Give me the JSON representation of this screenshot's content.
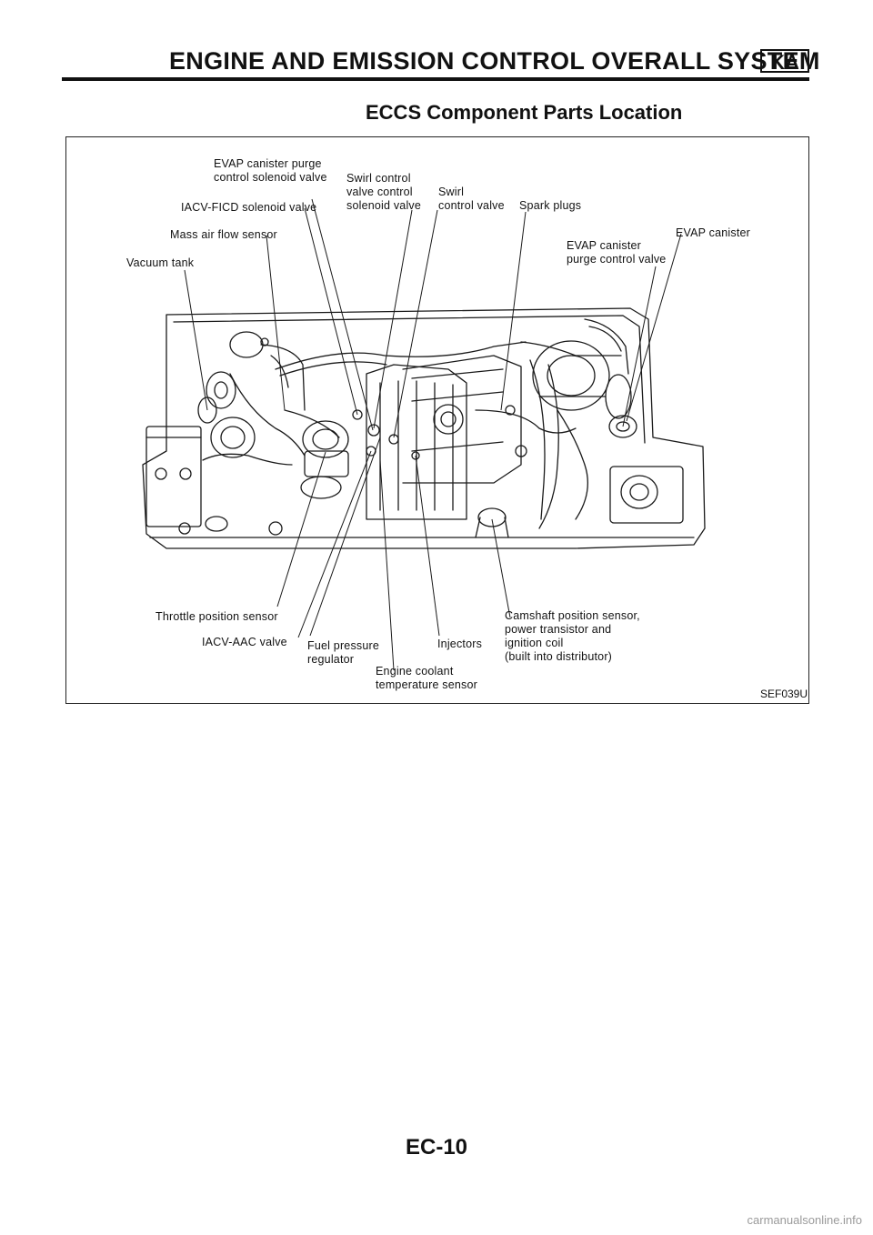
{
  "header": {
    "title": "ENGINE AND EMISSION CONTROL OVERALL SYSTEM",
    "badge": "KA"
  },
  "section_title": "ECCS Component Parts Location",
  "figure": {
    "code": "SEF039U",
    "labels": {
      "evap_purge_solenoid": "EVAP canister purge\ncontrol solenoid valve",
      "swirl_solenoid": "Swirl control\nvalve control\nsolenoid valve",
      "swirl_valve": "Swirl\ncontrol valve",
      "spark_plugs": "Spark plugs",
      "iacv_ficd": "IACV-FICD solenoid valve",
      "mass_air_flow": "Mass air flow sensor",
      "evap_canister": "EVAP canister",
      "evap_purge_valve": "EVAP canister\npurge control valve",
      "vacuum_tank": "Vacuum tank",
      "throttle_position": "Throttle position sensor",
      "iacv_aac": "IACV-AAC valve",
      "fuel_pressure": "Fuel pressure\nregulator",
      "engine_coolant": "Engine coolant\ntemperature sensor",
      "injectors": "Injectors",
      "camshaft": "Camshaft position sensor,\npower transistor and\nignition coil\n(built into distributor)"
    }
  },
  "page_number": "EC-10",
  "watermark": "carmanualsonline.info"
}
